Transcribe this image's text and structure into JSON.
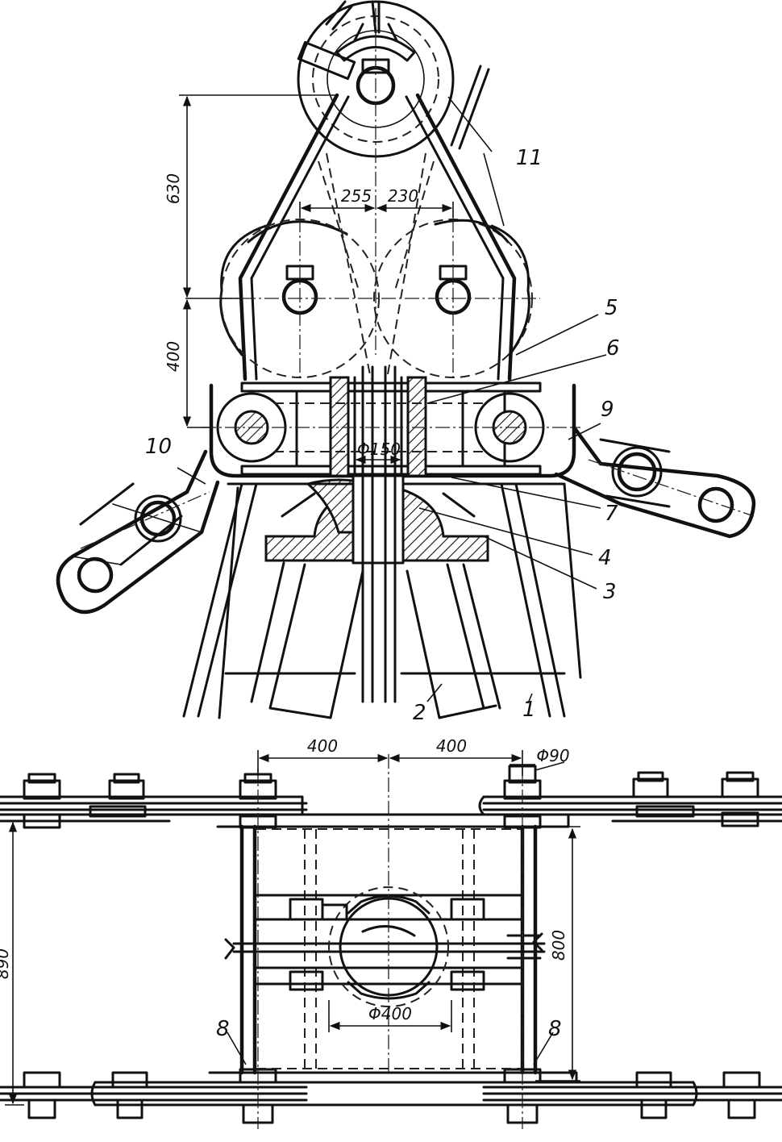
{
  "dimensions": {
    "d630": "630",
    "d400_vertical": "400",
    "d255": "255",
    "d230": "230",
    "phi150": "Φ150",
    "d400_left": "400",
    "d400_right": "400",
    "phi90": "Φ90",
    "d890": "890",
    "d800": "800",
    "phi400": "Φ400"
  },
  "callouts": {
    "c1": "1",
    "c2": "2",
    "c3": "3",
    "c4": "4",
    "c5": "5",
    "c6": "6",
    "c7": "7",
    "c8_left": "8",
    "c8_right": "8",
    "c9": "9",
    "c10": "10",
    "c11": "11"
  }
}
